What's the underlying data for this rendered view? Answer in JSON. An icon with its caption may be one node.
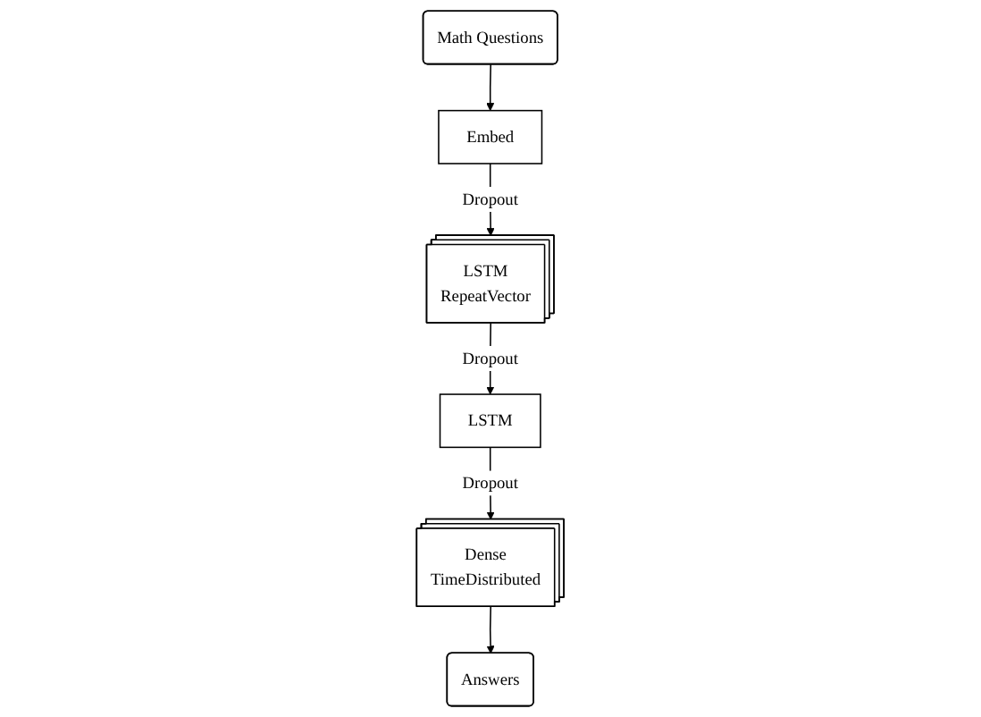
{
  "diagram": {
    "nodes": [
      {
        "text": [
          "Math Questions"
        ]
      },
      {
        "text": [
          "Embed"
        ]
      },
      {
        "text": [
          "LSTM",
          "RepeatVector"
        ]
      },
      {
        "text": [
          "LSTM"
        ]
      },
      {
        "text": [
          "Dense",
          "TimeDistributed"
        ]
      },
      {
        "text": [
          "Answers"
        ]
      }
    ],
    "edges": [
      {
        "from": 0,
        "to": 1,
        "arrow": "to"
      },
      {
        "from": 1,
        "to": 2,
        "arrow": "to",
        "label": "Dropout"
      },
      {
        "from": 2,
        "to": 3,
        "arrow": "to",
        "label": "Dropout"
      },
      {
        "from": 3,
        "to": 4,
        "arrow": "to",
        "label": "Dropout"
      },
      {
        "from": 4,
        "to": 5,
        "arrow": "to"
      }
    ]
  }
}
